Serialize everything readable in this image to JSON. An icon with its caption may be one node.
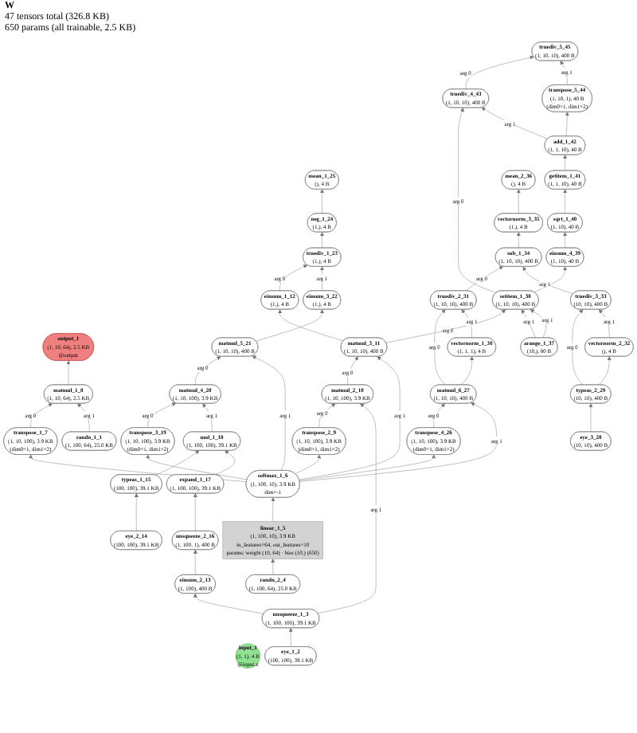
{
  "diagram": {
    "title": "W",
    "labels": [
      "47 tensors total (326.8 KB)",
      "650 params (all trainable, 2.5 KB)"
    ],
    "nodes": [
      {
        "text": [
          "output_1",
          "(1, 10, 64), 2.5 KB",
          "@output"
        ]
      },
      {
        "text": [
          "truediv_5_45",
          "(1, 10, 10), 400 B"
        ]
      },
      {
        "text": [
          "truediv_4_43",
          "(1, 10, 10), 400 B"
        ]
      },
      {
        "text": [
          "transpose_5_44",
          "(1, 10, 1), 40 B",
          "(dim0=1, dim1=2)"
        ]
      },
      {
        "text": [
          "add_1_42",
          "(1, 1, 10), 40 B"
        ]
      },
      {
        "text": [
          "mean_1_25",
          "(), 4 B"
        ]
      },
      {
        "text": [
          "getitem_1_41",
          "(1, 1, 10), 40 B"
        ]
      },
      {
        "text": [
          "mean_2_36",
          "(), 4 B"
        ]
      },
      {
        "text": [
          "neg_1_24",
          "(1,), 4 B"
        ]
      },
      {
        "text": [
          "sqrt_1_40",
          "(1, 10), 40 B"
        ]
      },
      {
        "text": [
          "vectornorm_3_35",
          "(1,), 4 B"
        ]
      },
      {
        "text": [
          "truediv_1_23",
          "(1,), 4 B"
        ]
      },
      {
        "text": [
          "einsum_4_39",
          "(1, 10), 40 B"
        ]
      },
      {
        "text": [
          "sub_1_34",
          "(1, 10, 10), 400 B"
        ]
      },
      {
        "text": [
          "einsum_3_22",
          "(1,), 4 B"
        ]
      },
      {
        "text": [
          "einsum_1_12",
          "(1,), 4 B"
        ]
      },
      {
        "text": [
          "setitem_1_38",
          "(1, 10, 10), 400 B"
        ]
      },
      {
        "text": [
          "truediv_2_31",
          "(1, 10, 10), 400 B"
        ]
      },
      {
        "text": [
          "truediv_3_33",
          "(10, 10), 400 B"
        ]
      },
      {
        "text": [
          "matmul_1_8",
          "(1, 10, 64), 2.5 KB"
        ]
      },
      {
        "text": [
          "matmul_5_21",
          "(1, 10, 10), 400 B"
        ]
      },
      {
        "text": [
          "matmul_3_11",
          "(1, 10, 10), 400 B"
        ]
      },
      {
        "text": [
          "arange_1_37",
          "(10,), 80 B"
        ]
      },
      {
        "text": [
          "vectornorm_1_30",
          "(1, 1, 1), 4 B"
        ]
      },
      {
        "text": [
          "vectornorm_2_32",
          "(), 4 B"
        ]
      },
      {
        "text": [
          "matmul_4_20",
          "(1, 10, 100), 3.9 KB"
        ]
      },
      {
        "text": [
          "matmul_2_10",
          "(1, 10, 100), 3.9 KB"
        ]
      },
      {
        "text": [
          "matmul_6_27",
          "(1, 10, 10), 400 B"
        ]
      },
      {
        "text": [
          "typeas_2_29",
          "(10, 10), 400 B"
        ]
      },
      {
        "text": [
          "transpose_1_7",
          "(1, 10, 100), 3.9 KB",
          "(dim0=1, dim1=2)"
        ]
      },
      {
        "text": [
          "randn_1_1",
          "(1, 100, 64), 25.0 KB"
        ]
      },
      {
        "text": [
          "transpose_2_9",
          "(1, 10, 100), 3.9 KB",
          "(dim0=1, dim1=2)"
        ]
      },
      {
        "text": [
          "transpose_3_19",
          "(1, 10, 100), 3.9 KB",
          "(dim0=1, dim1=2)"
        ]
      },
      {
        "text": [
          "transpose_4_26",
          "(1, 10, 100), 3.9 KB",
          "(dim0=1, dim1=2)"
        ]
      },
      {
        "text": [
          "eye_3_28",
          "(10, 10), 400 B"
        ]
      },
      {
        "text": [
          "mul_1_18",
          "(1, 100, 100), 39.1 KB"
        ]
      },
      {
        "text": [
          "softmax_1_6",
          "(1, 100, 10), 3.9 KB",
          "dim=-1"
        ]
      },
      {
        "text": [
          "typeas_1_15",
          "(100, 100), 39.1 KB"
        ]
      },
      {
        "text": [
          "expand_1_17",
          "(1, 100, 100), 39.1 KB"
        ]
      },
      {
        "text": [
          "linear_1_5",
          "(1, 100, 10), 3.9 KB",
          "in_features=64, out_features=10",
          "params: weight (10, 64) · bias (10,) (650)"
        ]
      },
      {
        "text": [
          "eye_2_14",
          "(100, 100), 39.1 KB"
        ]
      },
      {
        "text": [
          "unsqueeze_2_16",
          "(1, 100, 1), 400 B"
        ]
      },
      {
        "text": [
          "einsum_2_13",
          "(1, 100), 400 B"
        ]
      },
      {
        "text": [
          "randn_2_4",
          "(1, 100, 64), 25.0 KB"
        ]
      },
      {
        "text": [
          "unsqueeze_1_3",
          "(1, 100, 100), 39.1 KB"
        ]
      },
      {
        "text": [
          "input_1",
          "(1, 1), 4 B",
          "@input.x"
        ]
      },
      {
        "text": [
          "eye_1_2",
          "(100, 100), 39.1 KB"
        ]
      }
    ],
    "edges": [
      {
        "from": 43,
        "to": 39,
        "arrow": "to"
      },
      {
        "from": 39,
        "to": 36,
        "arrow": "to"
      },
      {
        "from": 36,
        "to": 29,
        "arrow": "to"
      },
      {
        "from": 29,
        "to": 19,
        "arrow": "to",
        "label": "arg 0"
      },
      {
        "from": 30,
        "to": 19,
        "arrow": "to",
        "label": "arg 1"
      },
      {
        "from": 19,
        "to": 0,
        "arrow": "to"
      },
      {
        "from": 36,
        "to": 31,
        "arrow": "to"
      },
      {
        "from": 31,
        "to": 26,
        "arrow": "to",
        "label": "arg 0"
      },
      {
        "from": 46,
        "to": 44,
        "arrow": "to"
      },
      {
        "from": 44,
        "to": 26,
        "arrow": "to",
        "label": "arg 1"
      },
      {
        "from": 26,
        "to": 21,
        "arrow": "to",
        "label": "arg 0"
      },
      {
        "from": 36,
        "to": 21,
        "arrow": "to",
        "label": "arg 1"
      },
      {
        "from": 21,
        "to": 15,
        "arrow": "to"
      },
      {
        "from": 44,
        "to": 42,
        "arrow": "to"
      },
      {
        "from": 42,
        "to": 41,
        "arrow": "to"
      },
      {
        "from": 41,
        "to": 38,
        "arrow": "to"
      },
      {
        "from": 40,
        "to": 37,
        "arrow": "to"
      },
      {
        "from": 37,
        "to": 35,
        "arrow": "to"
      },
      {
        "from": 38,
        "to": 35,
        "arrow": "to"
      },
      {
        "from": 36,
        "to": 32,
        "arrow": "to"
      },
      {
        "from": 32,
        "to": 25,
        "arrow": "to",
        "label": "arg 0"
      },
      {
        "from": 35,
        "to": 25,
        "arrow": "to",
        "label": "arg 1"
      },
      {
        "from": 25,
        "to": 20,
        "arrow": "to",
        "label": "arg 0"
      },
      {
        "from": 36,
        "to": 20,
        "arrow": "to",
        "label": "arg 1"
      },
      {
        "from": 20,
        "to": 14,
        "arrow": "to"
      },
      {
        "from": 15,
        "to": 11,
        "arrow": "to",
        "label": "arg 0"
      },
      {
        "from": 14,
        "to": 11,
        "arrow": "to",
        "label": "arg 1"
      },
      {
        "from": 11,
        "to": 8,
        "arrow": "to"
      },
      {
        "from": 8,
        "to": 5,
        "arrow": "to"
      },
      {
        "from": 36,
        "to": 33,
        "arrow": "to"
      },
      {
        "from": 33,
        "to": 27,
        "arrow": "to",
        "label": "arg 0"
      },
      {
        "from": 36,
        "to": 27,
        "arrow": "to",
        "label": "arg 1"
      },
      {
        "from": 34,
        "to": 28,
        "arrow": "to"
      },
      {
        "from": 27,
        "to": 23,
        "arrow": "to"
      },
      {
        "from": 27,
        "to": 17,
        "arrow": "to",
        "label": "arg 0"
      },
      {
        "from": 23,
        "to": 17,
        "arrow": "to",
        "label": "arg 1"
      },
      {
        "from": 28,
        "to": 24,
        "arrow": "to"
      },
      {
        "from": 28,
        "to": 18,
        "arrow": "to",
        "label": "arg 0"
      },
      {
        "from": 24,
        "to": 18,
        "arrow": "to",
        "label": "arg 1"
      },
      {
        "from": 17,
        "to": 13,
        "arrow": "to",
        "label": "arg 0"
      },
      {
        "from": 18,
        "to": 13,
        "arrow": "to",
        "label": "arg 1"
      },
      {
        "from": 13,
        "to": 10,
        "arrow": "to"
      },
      {
        "from": 10,
        "to": 7,
        "arrow": "to"
      },
      {
        "from": 21,
        "to": 16,
        "arrow": "to",
        "label": "arg 0"
      },
      {
        "from": 22,
        "to": 16,
        "arrow": "to",
        "label": "arg 1"
      },
      {
        "from": 22,
        "to": 16,
        "arrow": "to",
        "label": "arg 1"
      },
      {
        "from": 16,
        "to": 12,
        "arrow": "to"
      },
      {
        "from": 12,
        "to": 9,
        "arrow": "to"
      },
      {
        "from": 9,
        "to": 6,
        "arrow": "to"
      },
      {
        "from": 6,
        "to": 4,
        "arrow": "to"
      },
      {
        "from": 16,
        "to": 2,
        "arrow": "to",
        "label": "arg 0"
      },
      {
        "from": 4,
        "to": 2,
        "arrow": "to",
        "label": "arg 1"
      },
      {
        "from": 4,
        "to": 3,
        "arrow": "to"
      },
      {
        "from": 2,
        "to": 1,
        "arrow": "to",
        "label": "arg 0"
      },
      {
        "from": 3,
        "to": 1,
        "arrow": "to",
        "label": "arg 1"
      }
    ]
  }
}
